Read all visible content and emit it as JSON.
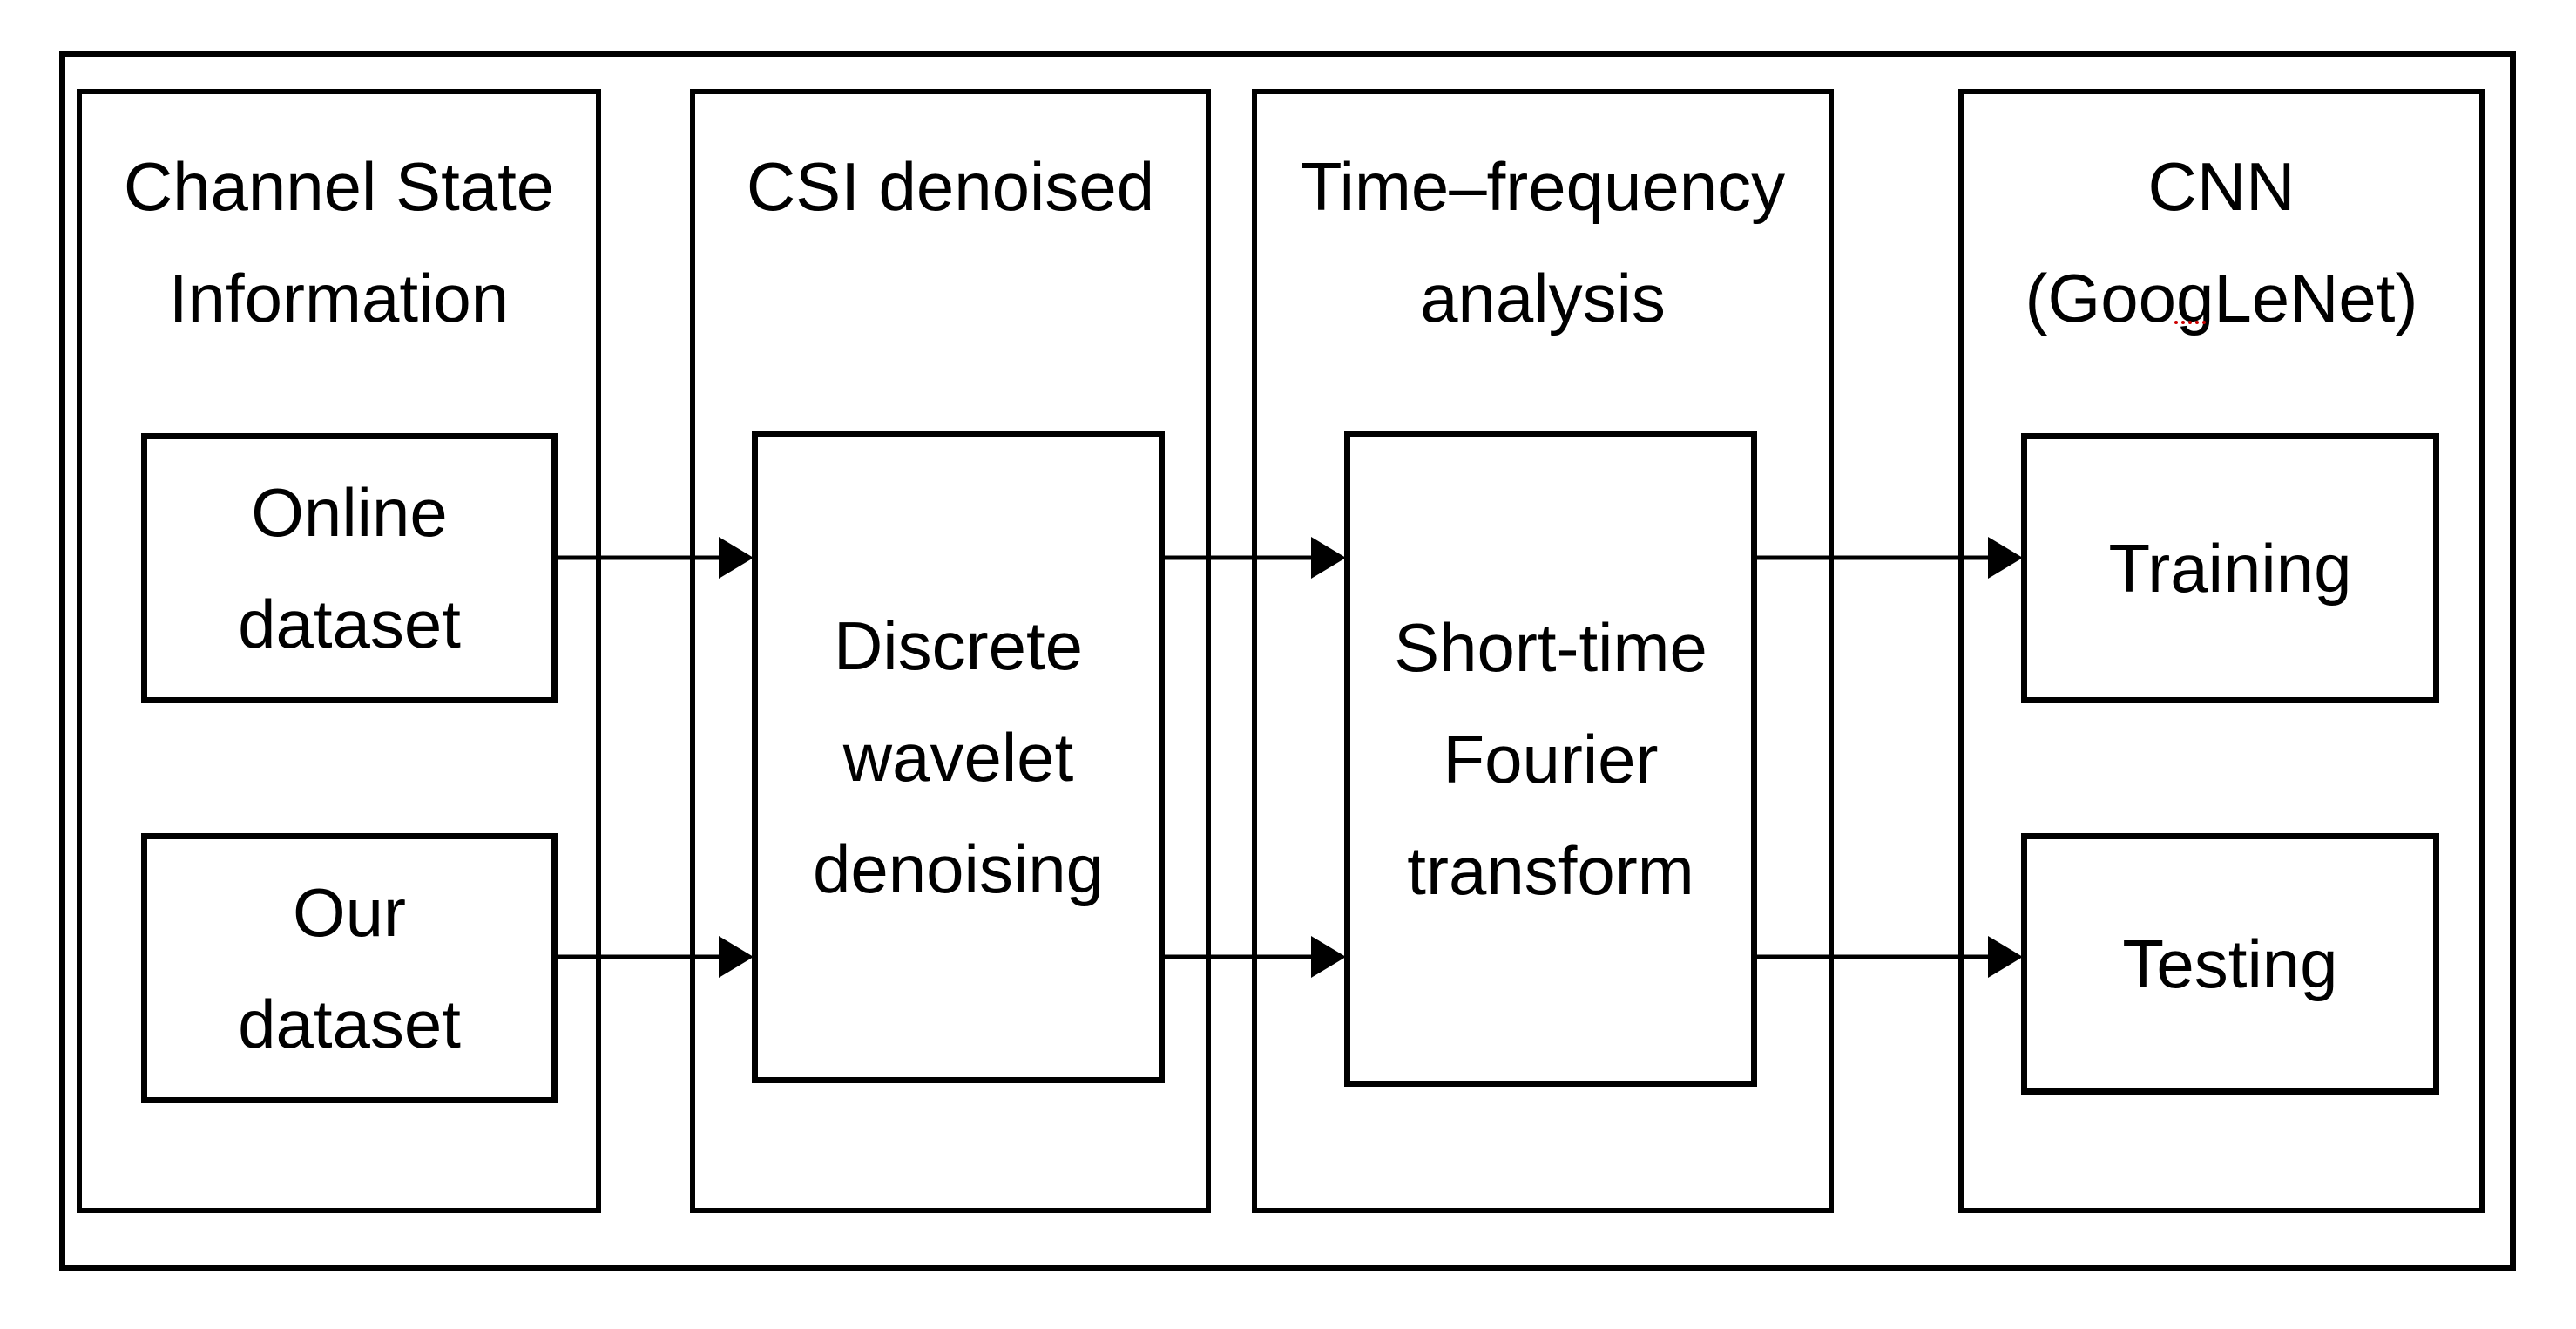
{
  "diagram": {
    "description": "Flow diagram of a CSI-based recognition pipeline",
    "columns": [
      {
        "title_lines": [
          "Channel State",
          "Information"
        ]
      },
      {
        "title_lines": [
          "CSI denoised"
        ]
      },
      {
        "title_lines": [
          "Time–frequency",
          "analysis"
        ]
      },
      {
        "title_lines": [
          "CNN",
          "(GoogLeNet)"
        ]
      }
    ],
    "nodes": {
      "online": {
        "lines": [
          "Online",
          "dataset"
        ]
      },
      "our": {
        "lines": [
          "Our",
          "dataset"
        ]
      },
      "dwt": {
        "lines": [
          "Discrete",
          "wavelet",
          "denoising"
        ]
      },
      "stft": {
        "lines": [
          "Short-time",
          "Fourier",
          "transform"
        ]
      },
      "training": {
        "lines": [
          "Training"
        ]
      },
      "testing": {
        "lines": [
          "Testing"
        ]
      }
    },
    "connections": [
      {
        "from": "Online dataset",
        "to": "Discrete wavelet denoising"
      },
      {
        "from": "Our dataset",
        "to": "Discrete wavelet denoising"
      },
      {
        "from": "Discrete wavelet denoising",
        "to": "Short-time Fourier transform"
      },
      {
        "from": "Discrete wavelet denoising",
        "to": "Short-time Fourier transform"
      },
      {
        "from": "Short-time Fourier transform",
        "to": "Training"
      },
      {
        "from": "Short-time Fourier transform",
        "to": "Testing"
      }
    ],
    "colors": {
      "stroke": "#000000",
      "background": "#ffffff",
      "spellcheck_underline": "#cc0000"
    }
  }
}
